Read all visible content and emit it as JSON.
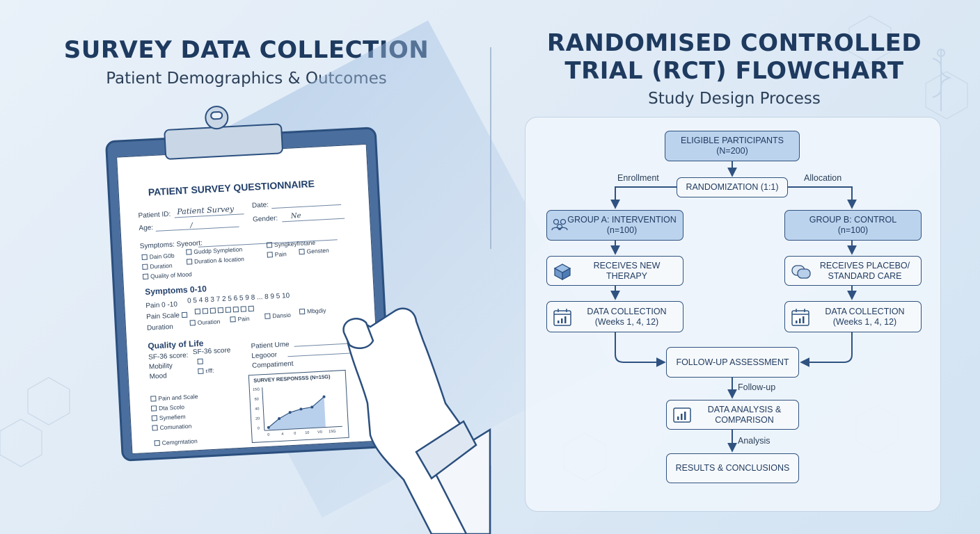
{
  "left": {
    "title": "SURVEY DATA COLLECTION",
    "subtitle": "Patient Demographics & Outcomes",
    "form": {
      "heading": "PATIENT SURVEY QUESTIONNAIRE",
      "patient_id_label": "Patient ID:",
      "patient_id_value": "Patient Survey",
      "date_label": "Date:",
      "age_label": "Age:",
      "age_value": "/",
      "gender_label": "Gender:",
      "gender_value": "Ne",
      "symptoms_label": "Symptoms: Syeoort:",
      "checklist": [
        "Dain G0b",
        "Guddp Sympletion",
        "Syngkeyfrotane",
        "Duration",
        "Duration & location",
        "Pain",
        "Gensten",
        "Quality of Mood"
      ],
      "scale_heading": "Symptoms 0-10",
      "pain_row_label": "Pain 0 -10",
      "pain_row_digits": "0  5  4  8  3  7  2  5  6  5  9  8 ... 8  9  5  10",
      "scale_row": [
        "Pain Scale",
        "Duration",
        "Ouration",
        "Pain",
        "Dansio",
        "Mbgdiy"
      ],
      "qol_heading": "Quality of Life",
      "qol_left": [
        "SF-36 score:",
        "Mobility",
        "Mood"
      ],
      "qol_mid": [
        "SF-36 score",
        "r/ff:"
      ],
      "qol_right": [
        "Patient Ume",
        "Legooor",
        "Compatiment"
      ],
      "bottom_checks": [
        "Pain and Scale",
        "Dta Scolo",
        "Symefiem",
        "Comunation",
        "Cemgrntation"
      ],
      "mini_chart": {
        "title": "SURVEY RESPONSSS (N=15G)",
        "y_ticks": [
          "15G",
          "60",
          "40",
          "20",
          "0"
        ],
        "x_ticks": [
          "0",
          "4",
          "0",
          "10",
          "V0",
          "15G"
        ]
      }
    }
  },
  "right": {
    "title_line1": "RANDOMISED CONTROLLED",
    "title_line2": "TRIAL (RCT) FLOWCHART",
    "subtitle": "Study Design Process",
    "nodes": {
      "eligible": "ELIGIBLE PARTICIPANTS\n(N=200)",
      "randomization": "RANDOMIZATION (1:1)",
      "group_a": "GROUP A: INTERVENTION\n(n=100)",
      "group_b": "GROUP B: CONTROL\n(n=100)",
      "therapy": "RECEIVES NEW\nTHERAPY",
      "placebo": "RECEIVES PLACEBO/\nSTANDARD CARE",
      "collect_a": "DATA COLLECTION\n(Weeks 1, 4, 12)",
      "collect_b": "DATA COLLECTION\n(Weeks 1, 4, 12)",
      "followup": "FOLLOW-UP ASSESSMENT",
      "analysis": "DATA ANALYSIS &\nCOMPARISON",
      "results": "RESULTS & CONCLUSIONS"
    },
    "edge_labels": {
      "enrollment": "Enrollment",
      "allocation": "Allocation",
      "followup": "Follow-up",
      "analysis": "Analysis"
    },
    "colors": {
      "node_fill": "#bcd3ee",
      "node_fill_light": "#f6f9fc",
      "stroke": "#2f5280"
    }
  }
}
